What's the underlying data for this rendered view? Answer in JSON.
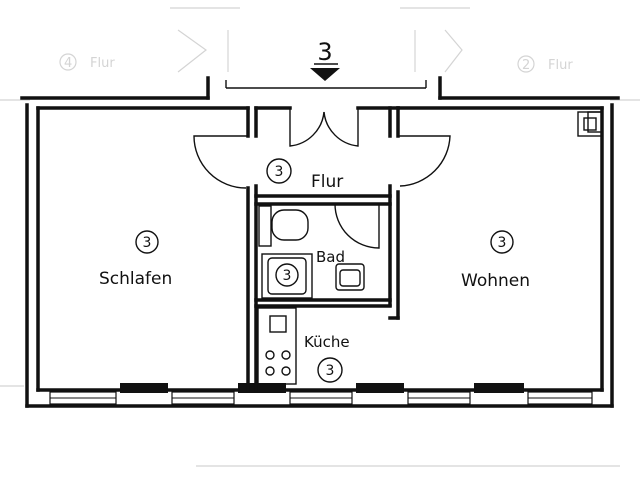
{
  "entrance": {
    "number": "3"
  },
  "rooms": {
    "schlafen": {
      "label": "Schlafen",
      "number": "3"
    },
    "flur": {
      "label": "Flur",
      "number": "3"
    },
    "bad": {
      "label": "Bad",
      "number": "3"
    },
    "kueche": {
      "label": "Küche",
      "number": "3"
    },
    "wohnen": {
      "label": "Wohnen",
      "number": "3"
    }
  },
  "ghost": {
    "left_label": "Flur",
    "right_label": "Flur",
    "left_number": "4",
    "right_number": "2"
  }
}
